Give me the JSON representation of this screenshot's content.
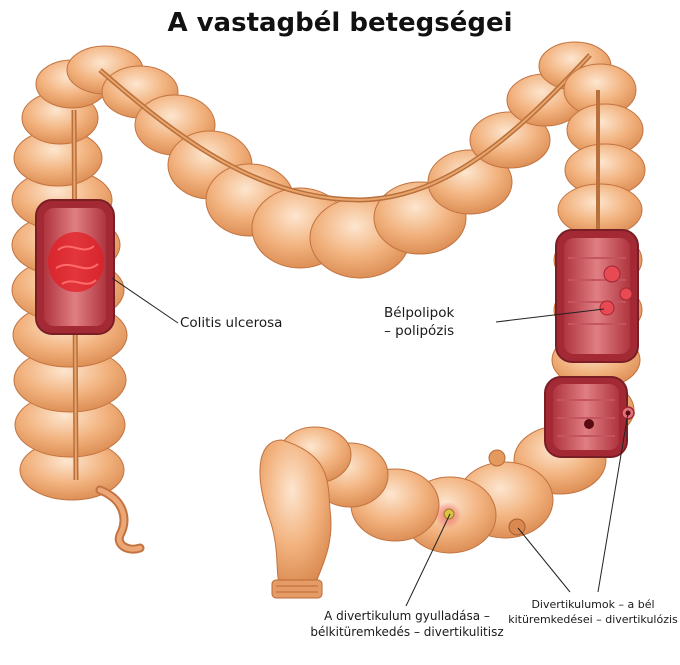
{
  "title": "A vastagbél betegségei",
  "labels": {
    "colitis": "Colitis ulcerosa",
    "polip_line1": "Bélpolipok",
    "polip_line2": "– polipózis",
    "gyull_line1": "A divertikulum gyulladása –",
    "gyull_line2": "bélkitüremkedés – divertikulitisz",
    "diverz_line1": "Divertikulumok – a bél",
    "diverz_line2": "kitüremkedései – divertikulózis"
  },
  "colors": {
    "colon_fill": "#f2b27e",
    "colon_shade": "#d98a52",
    "colon_outline": "#b96a34",
    "inflamed": "#d8232a",
    "tissue": "#c9505a",
    "polyp": "#e84a54",
    "leader_line": "#222222"
  }
}
